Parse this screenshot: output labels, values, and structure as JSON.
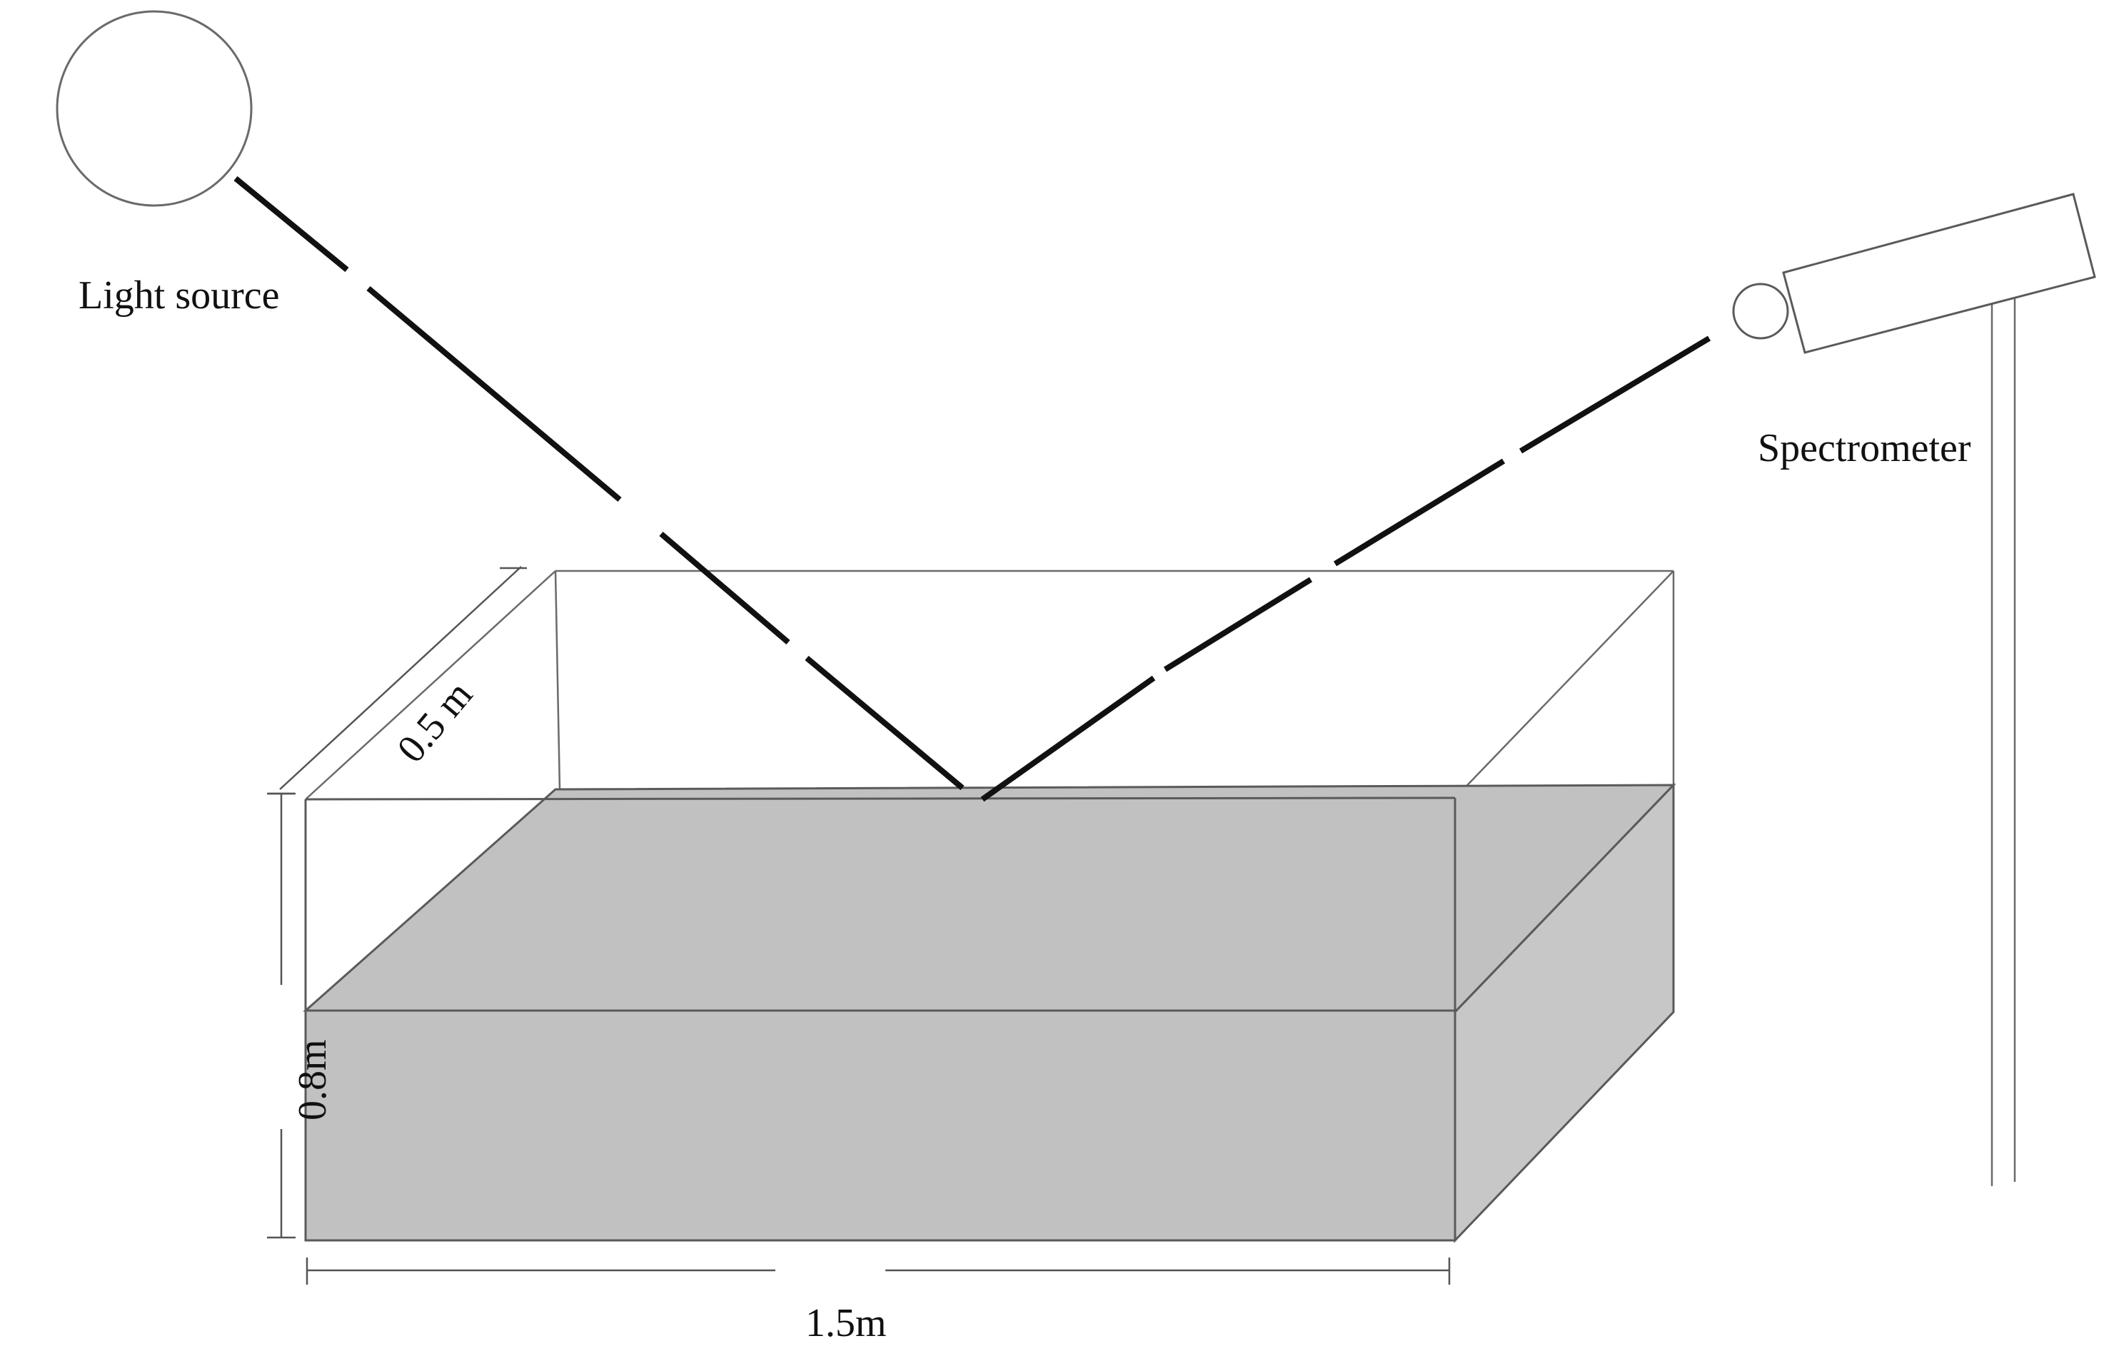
{
  "labels": {
    "light_source": "Light source",
    "spectrometer": "Spectrometer",
    "width": "0.5 m",
    "height": "0.8m",
    "length": "1.5m"
  },
  "colors": {
    "water": "#c1c1c1",
    "water_side": "#c7c7c7",
    "line": "#5a5a5a",
    "beam": "#111111",
    "background": "#ffffff"
  }
}
